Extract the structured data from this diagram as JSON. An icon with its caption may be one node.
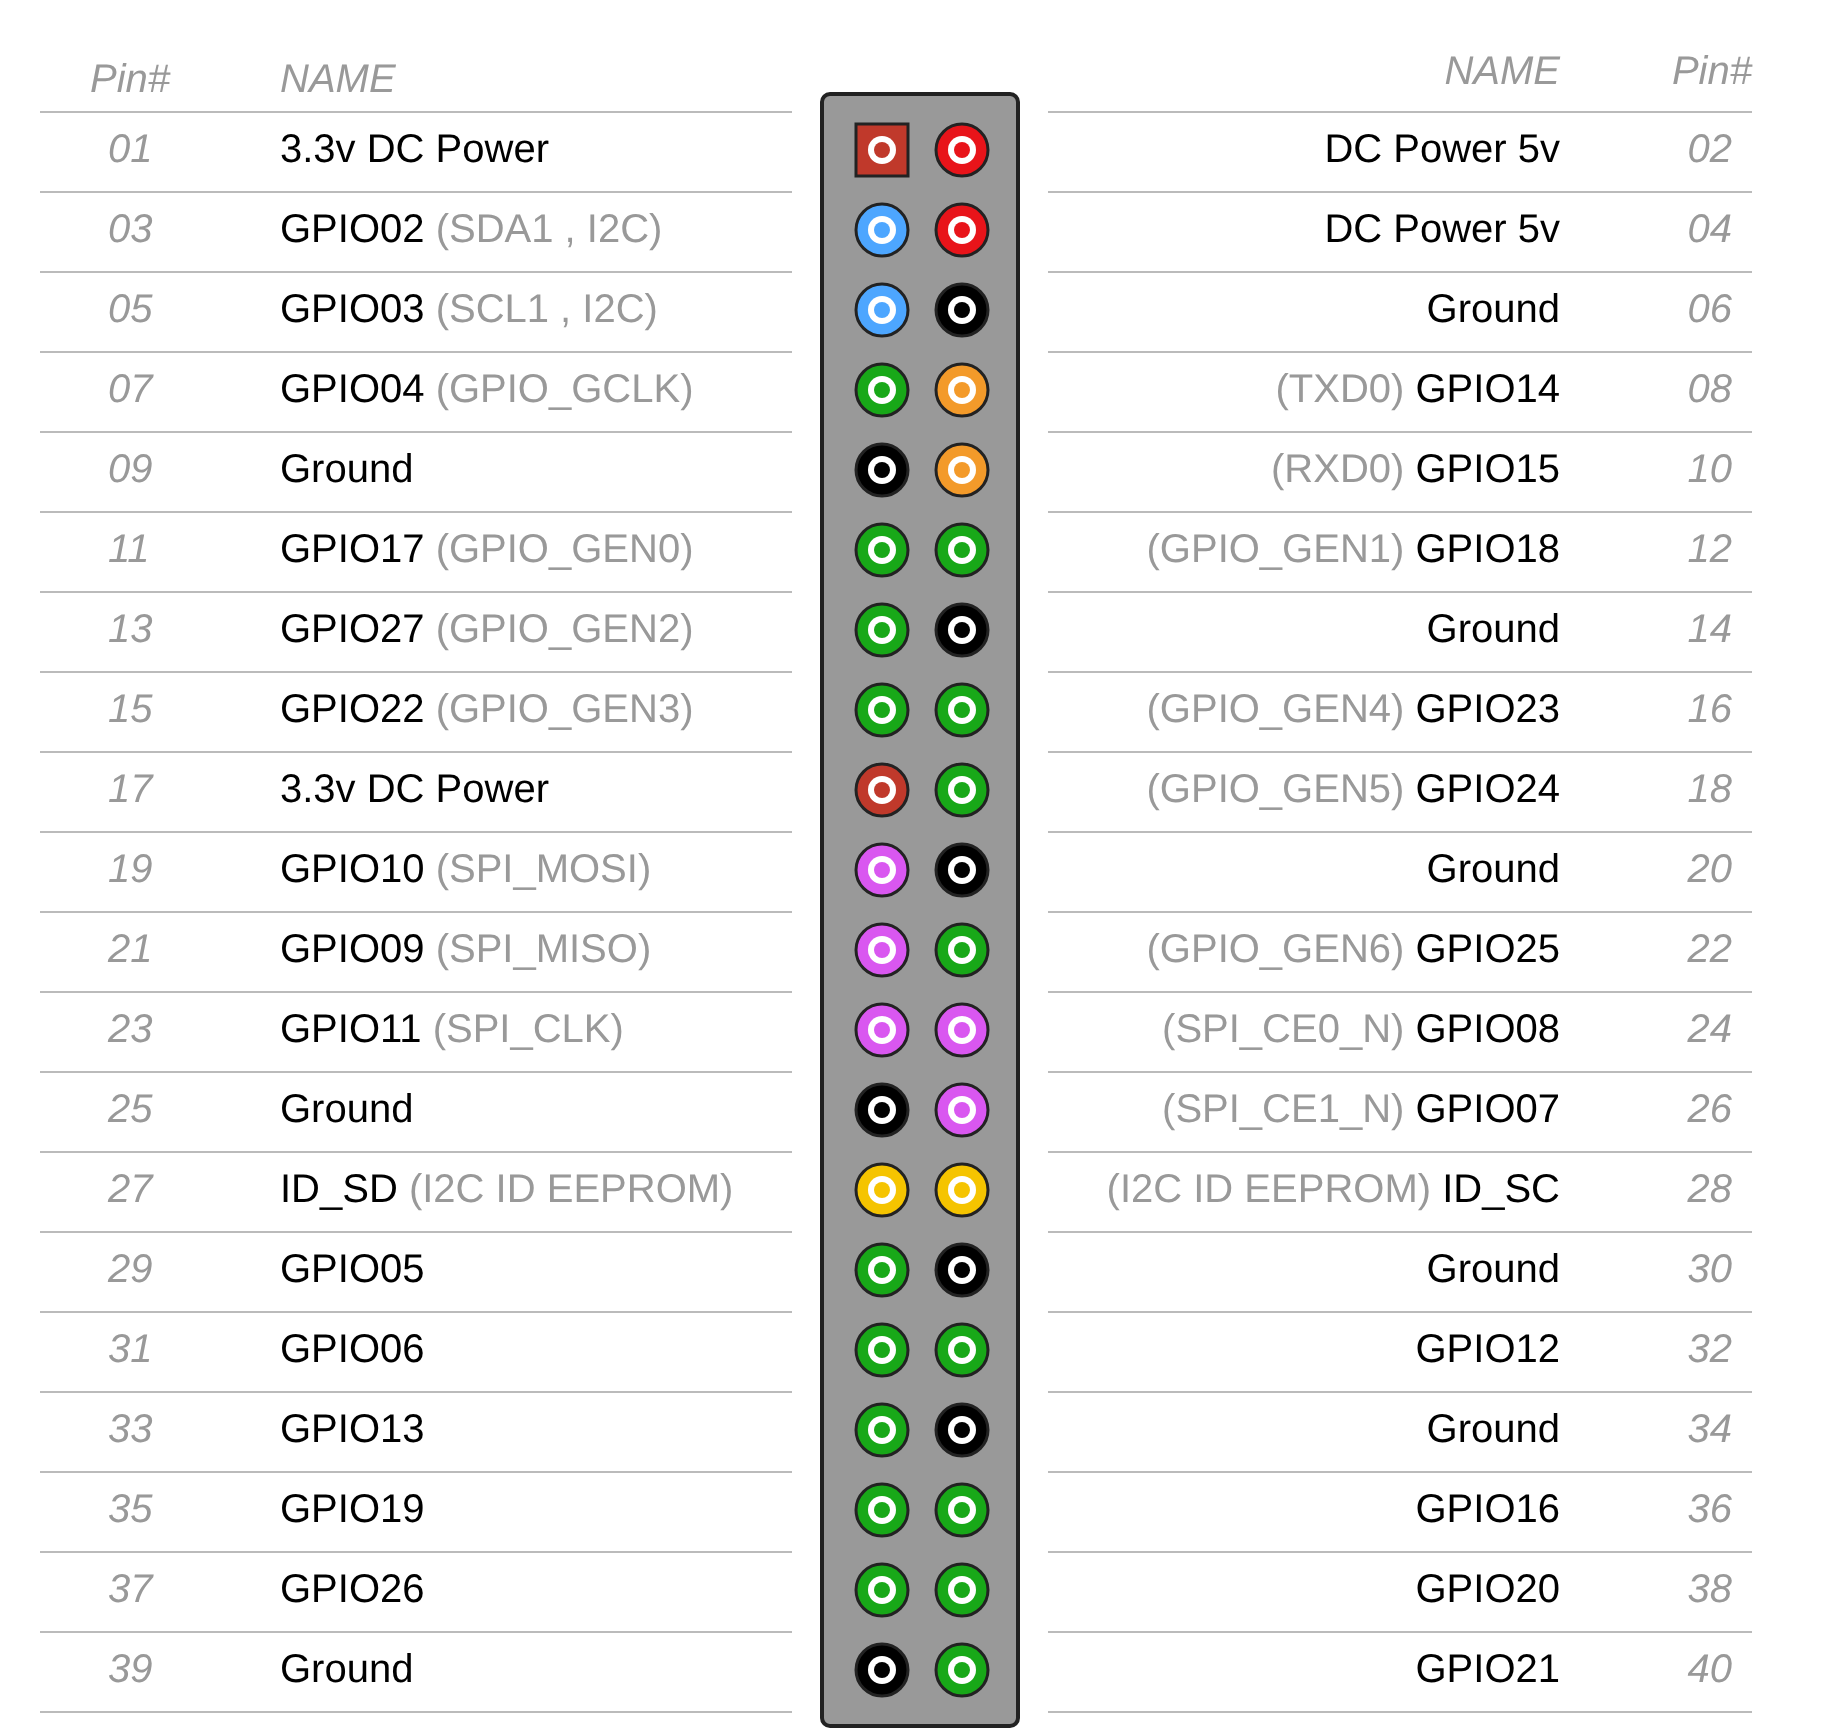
{
  "diagram": {
    "labels": [
      "Pin#",
      "NAME",
      "NAME",
      "Pin#",
      "01",
      "3.3v DC Power",
      "DC Power 5v",
      "02",
      "03",
      "GPIO02 (SDA1 , I2C)",
      "DC Power 5v",
      "04",
      "05",
      "GPIO03 (SCL1 , I2C)",
      "Ground",
      "06",
      "07",
      "GPIO04 (GPIO_GCLK)",
      "(TXD0) GPIO14",
      "08",
      "09",
      "Ground",
      "(RXD0) GPIO15",
      "10",
      "11",
      "GPIO17 (GPIO_GEN0)",
      "(GPIO_GEN1) GPIO18",
      "12",
      "13",
      "GPIO27 (GPIO_GEN2)",
      "Ground",
      "14",
      "15",
      "GPIO22 (GPIO_GEN3)",
      "(GPIO_GEN4) GPIO23",
      "16",
      "17",
      "3.3v DC Power",
      "(GPIO_GEN5) GPIO24",
      "18",
      "19",
      "GPIO10 (SPI_MOSI)",
      "Ground",
      "20",
      "21",
      "GPIO09 (SPI_MISO)",
      "(GPIO_GEN6) GPIO25",
      "22",
      "23",
      "GPIO11 (SPI_CLK)",
      "(SPI_CE0_N) GPIO08",
      "24",
      "25",
      "Ground",
      "(SPI_CE1_N) GPIO07",
      "26",
      "27",
      "ID_SD (I2C ID EEPROM)",
      "(I2C ID EEPROM) ID_SC",
      "28",
      "29",
      "GPIO05",
      "Ground",
      "30",
      "31",
      "GPIO06",
      "GPIO12",
      "32",
      "33",
      "GPIO13",
      "Ground",
      "34",
      "35",
      "GPIO19",
      "GPIO16",
      "36",
      "37",
      "GPIO26",
      "GPIO20",
      "38",
      "39",
      "Ground",
      "GPIO21",
      "40"
    ]
  }
}
